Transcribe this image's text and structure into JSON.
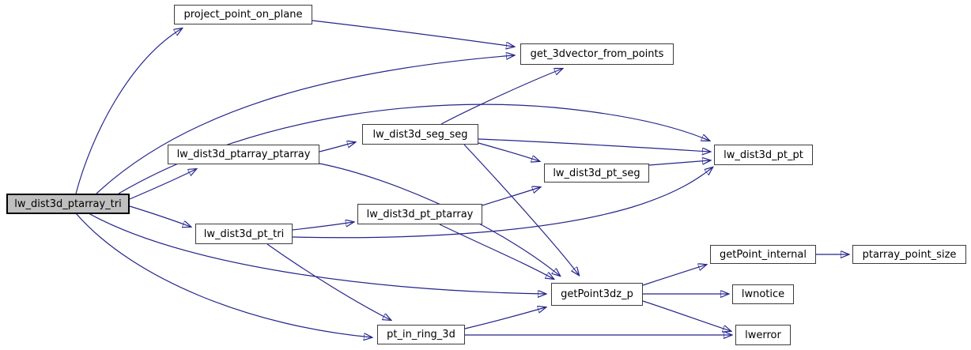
{
  "graph": {
    "title": "lw_dist3d_ptarray_tri call graph",
    "root": "lw_dist3d_ptarray_tri",
    "colors": {
      "edge": "#24248c",
      "node_fill": "#ffffff",
      "node_border": "#3c3c3c",
      "root_fill": "#bfbfbf",
      "root_border": "#000000",
      "text": "#000000",
      "background": "#ffffff"
    },
    "nodes": [
      {
        "label": "lw_dist3d_ptarray_tri",
        "highlighted": true
      },
      {
        "label": "project_point_on_plane",
        "highlighted": false
      },
      {
        "label": "get_3dvector_from_points",
        "highlighted": false
      },
      {
        "label": "lw_dist3d_ptarray_ptarray",
        "highlighted": false
      },
      {
        "label": "lw_dist3d_seg_seg",
        "highlighted": false
      },
      {
        "label": "lw_dist3d_pt_pt",
        "highlighted": false
      },
      {
        "label": "lw_dist3d_pt_seg",
        "highlighted": false
      },
      {
        "label": "lw_dist3d_pt_ptarray",
        "highlighted": false
      },
      {
        "label": "lw_dist3d_pt_tri",
        "highlighted": false
      },
      {
        "label": "getPoint3dz_p",
        "highlighted": false
      },
      {
        "label": "getPoint_internal",
        "highlighted": false
      },
      {
        "label": "ptarray_point_size",
        "highlighted": false
      },
      {
        "label": "lwnotice",
        "highlighted": false
      },
      {
        "label": "lwerror",
        "highlighted": false
      },
      {
        "label": "pt_in_ring_3d",
        "highlighted": false
      }
    ],
    "edges": [
      {
        "from": "lw_dist3d_ptarray_tri",
        "to": "project_point_on_plane"
      },
      {
        "from": "lw_dist3d_ptarray_tri",
        "to": "get_3dvector_from_points"
      },
      {
        "from": "lw_dist3d_ptarray_tri",
        "to": "lw_dist3d_pt_pt"
      },
      {
        "from": "lw_dist3d_ptarray_tri",
        "to": "lw_dist3d_ptarray_ptarray"
      },
      {
        "from": "lw_dist3d_ptarray_tri",
        "to": "lw_dist3d_pt_tri"
      },
      {
        "from": "lw_dist3d_ptarray_tri",
        "to": "getPoint3dz_p"
      },
      {
        "from": "lw_dist3d_ptarray_tri",
        "to": "pt_in_ring_3d"
      },
      {
        "from": "project_point_on_plane",
        "to": "get_3dvector_from_points"
      },
      {
        "from": "lw_dist3d_ptarray_ptarray",
        "to": "lw_dist3d_seg_seg"
      },
      {
        "from": "lw_dist3d_ptarray_ptarray",
        "to": "getPoint3dz_p"
      },
      {
        "from": "lw_dist3d_seg_seg",
        "to": "get_3dvector_from_points"
      },
      {
        "from": "lw_dist3d_seg_seg",
        "to": "lw_dist3d_pt_seg"
      },
      {
        "from": "lw_dist3d_seg_seg",
        "to": "lw_dist3d_pt_pt"
      },
      {
        "from": "lw_dist3d_seg_seg",
        "to": "getPoint3dz_p"
      },
      {
        "from": "lw_dist3d_pt_seg",
        "to": "lw_dist3d_pt_pt"
      },
      {
        "from": "lw_dist3d_pt_tri",
        "to": "lw_dist3d_pt_ptarray"
      },
      {
        "from": "lw_dist3d_pt_tri",
        "to": "lw_dist3d_pt_pt"
      },
      {
        "from": "lw_dist3d_pt_tri",
        "to": "pt_in_ring_3d"
      },
      {
        "from": "lw_dist3d_pt_ptarray",
        "to": "lw_dist3d_pt_seg"
      },
      {
        "from": "lw_dist3d_pt_ptarray",
        "to": "getPoint3dz_p"
      },
      {
        "from": "pt_in_ring_3d",
        "to": "getPoint3dz_p"
      },
      {
        "from": "pt_in_ring_3d",
        "to": "lwerror"
      },
      {
        "from": "getPoint3dz_p",
        "to": "getPoint_internal"
      },
      {
        "from": "getPoint3dz_p",
        "to": "lwnotice"
      },
      {
        "from": "getPoint3dz_p",
        "to": "lwerror"
      },
      {
        "from": "getPoint_internal",
        "to": "ptarray_point_size"
      }
    ]
  }
}
